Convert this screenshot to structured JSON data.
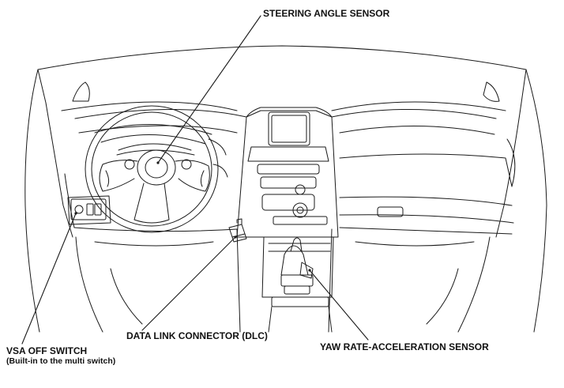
{
  "labels": {
    "steering_angle_sensor": "STEERING ANGLE SENSOR",
    "data_link_connector": "DATA LINK CONNECTOR (DLC)",
    "yaw_rate_sensor": "YAW RATE-ACCELERATION SENSOR",
    "vsa_off_switch": "VSA OFF SWITCH",
    "vsa_off_switch_note": "(Built-in to the multi switch)"
  },
  "colors": {
    "line": "#1a1a1a",
    "background": "#ffffff"
  }
}
